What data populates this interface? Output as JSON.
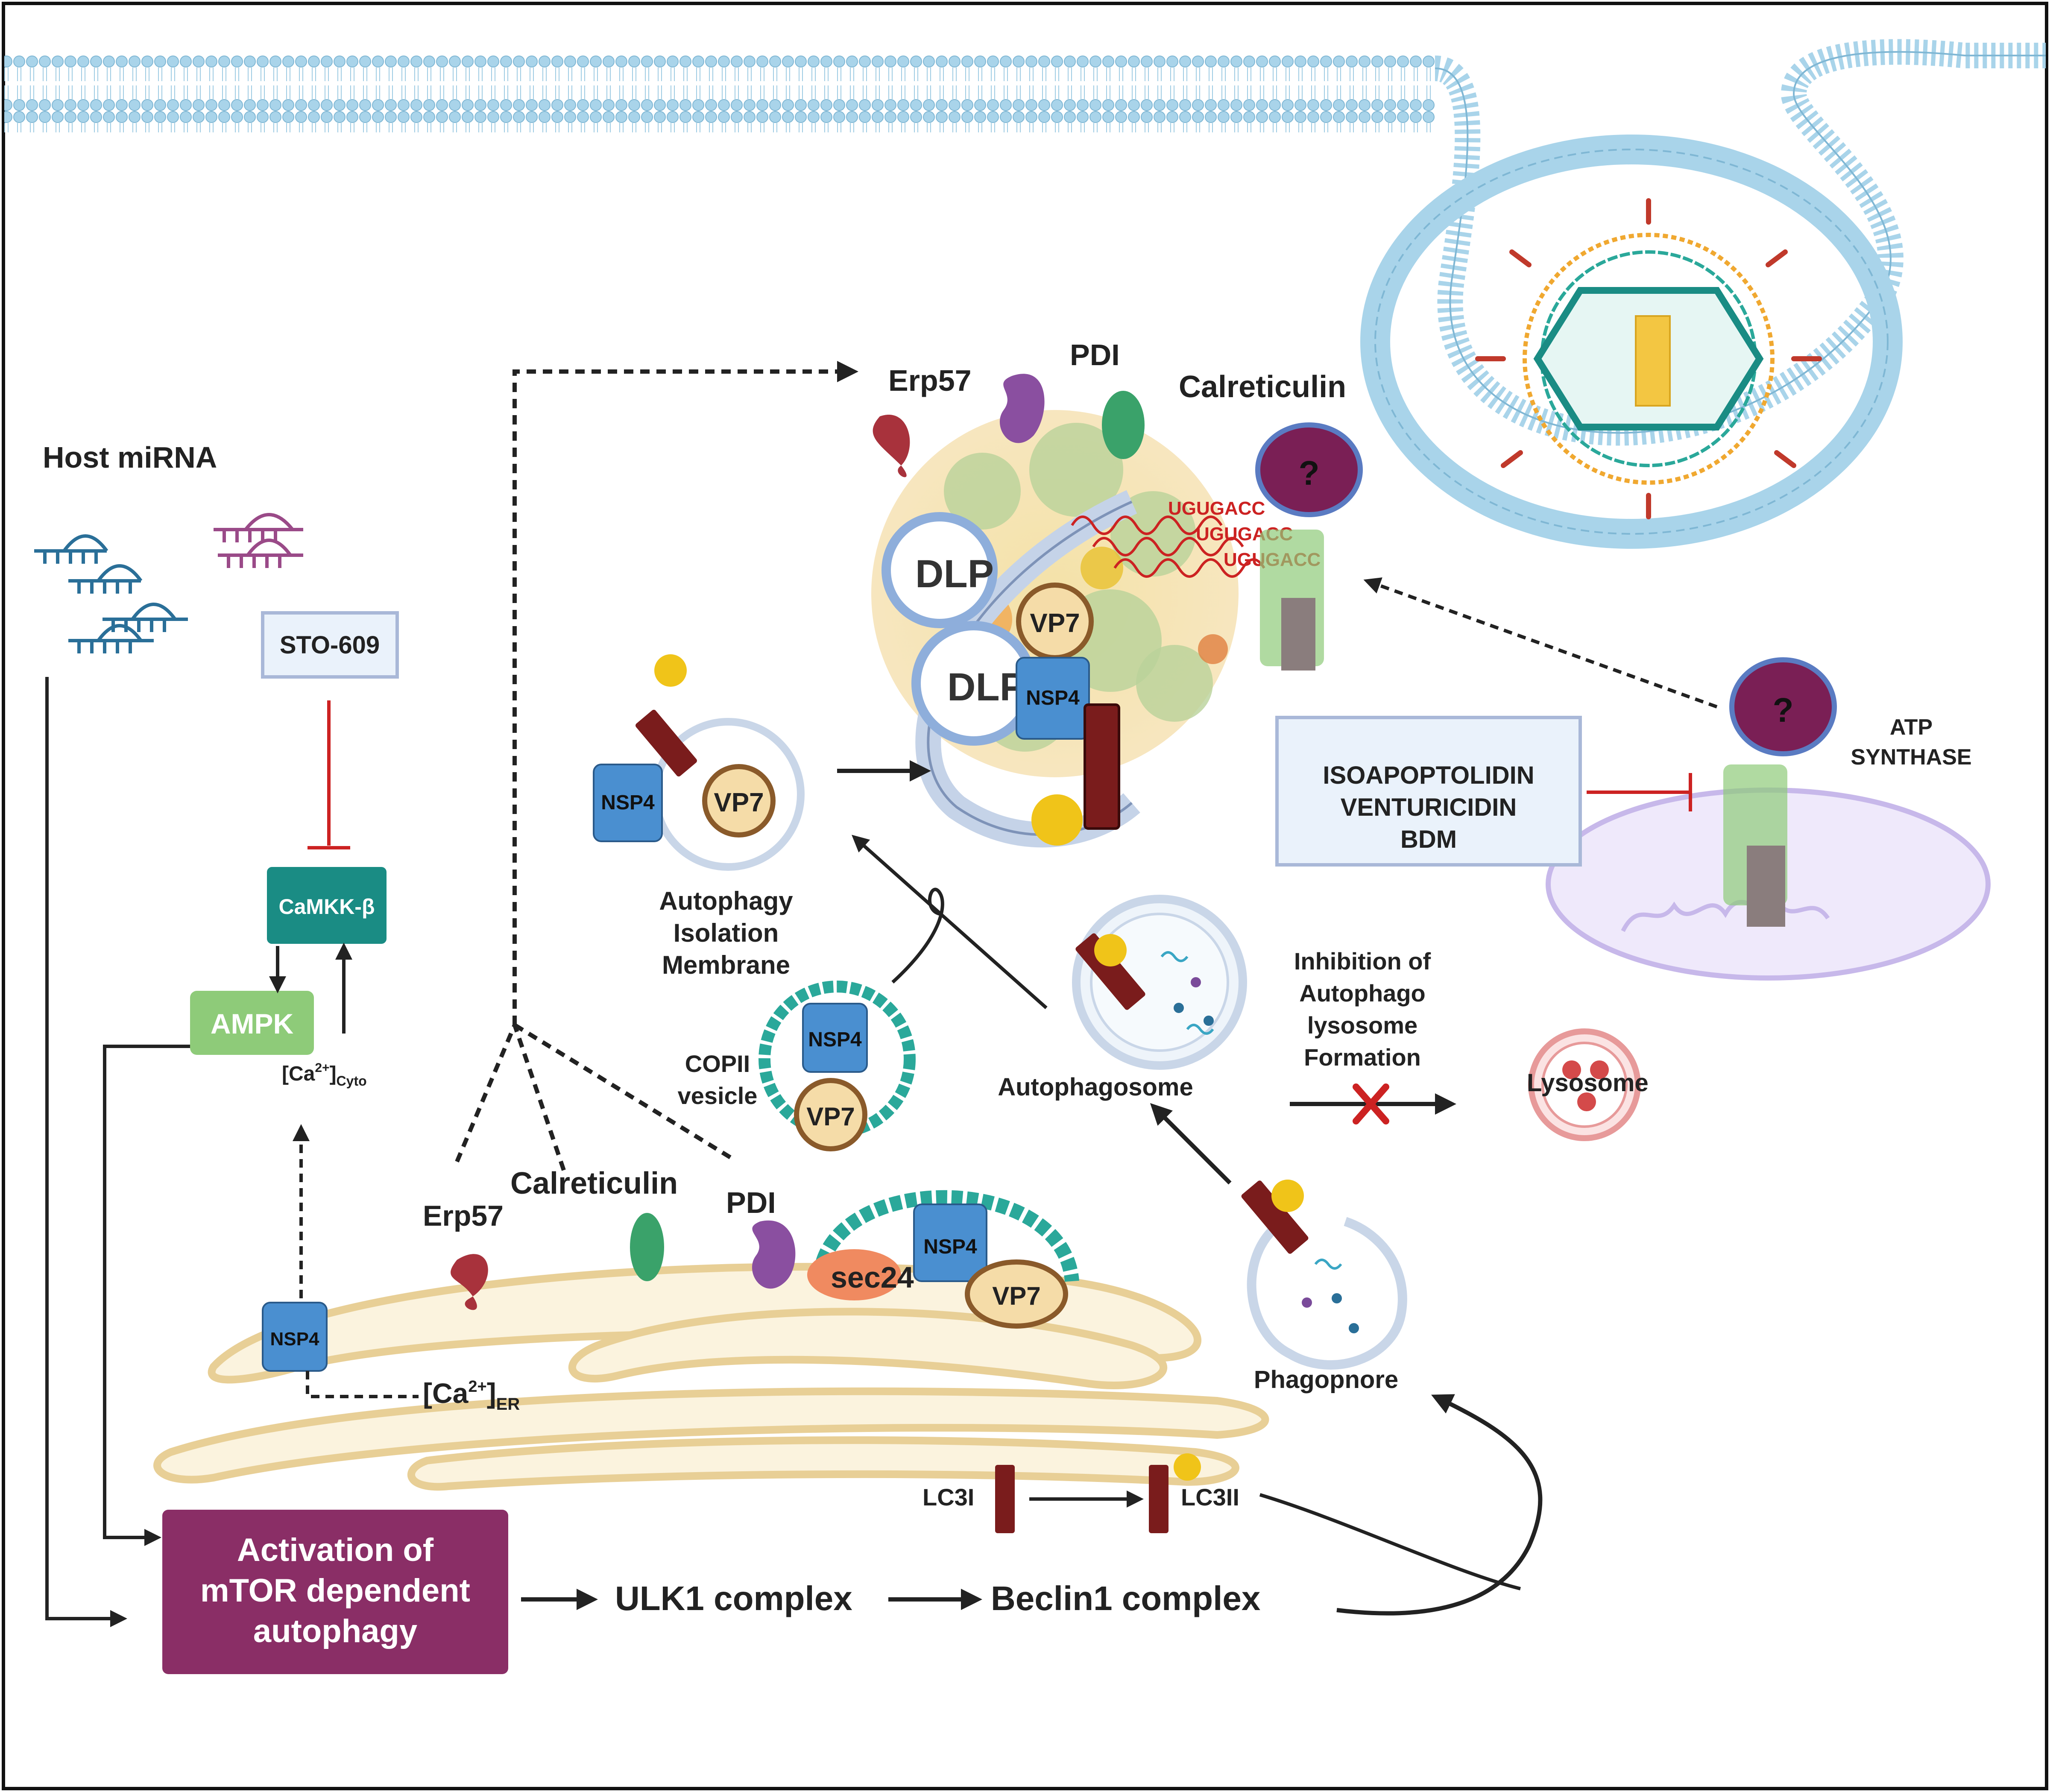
{
  "host_mirna": {
    "title": "Host miRNA"
  },
  "inhibitors": {
    "sto609": "STO-609",
    "atp_inhibitors": [
      "ISOAPOPTOLIDIN",
      "VENTURICIDIN",
      "BDM"
    ]
  },
  "signaling": {
    "camkk": "CaMKK-β",
    "ampk": "AMPK",
    "ca_cyto": {
      "base": "[Ca",
      "sup": "2+",
      "close": "]",
      "sub": "Cyto"
    },
    "ca_er": {
      "base": "[Ca",
      "sup": "2+",
      "close": "]",
      "sub": "ER"
    }
  },
  "mtor_box": {
    "lines": [
      "Activation of",
      "mTOR dependent",
      "autophagy"
    ]
  },
  "pathway": {
    "ulk1": "ULK1 complex",
    "beclin1": "Beclin1 complex"
  },
  "lc3": {
    "lc3i": "LC3I",
    "lc3ii": "LC3II"
  },
  "er_proteins": {
    "erp57": "Erp57",
    "calreticulin": "Calreticulin",
    "pdi": "PDI",
    "sec24": "sec24"
  },
  "viroplasm": {
    "erp57": "Erp57",
    "pdi": "PDI",
    "calreticulin": "Calreticulin",
    "rna": [
      "UGUGACC",
      "UGUGACC",
      "UGUGACC"
    ],
    "dlp": [
      "DLP",
      "DLP"
    ],
    "vp7": "VP7",
    "nsp4": "NSP4"
  },
  "vesicles": {
    "isolation_label": [
      "Autophagy",
      "Isolation",
      "Membrane"
    ],
    "copii_label": [
      "COPII",
      "vesicle"
    ],
    "vp7": "VP7",
    "nsp4": "NSP4",
    "autophagosome": "Autophagosome",
    "phagophore": "Phagopnore",
    "lysosome": "Lysosome",
    "inhibition": [
      "Inhibition of",
      "Autophago",
      "lysosome",
      "Formation"
    ]
  },
  "atp_synthase": {
    "label": [
      "ATP",
      "SYNTHASE"
    ],
    "unknown": "?"
  },
  "nsp4_er": "NSP4",
  "colors": {
    "membrane": "#a9d4ea",
    "camkk": "#1a8c84",
    "ampk": "#8ecb79",
    "mtor": "#8a2e66",
    "lc3": "#7a1c1c",
    "inhibit": "#cc2222",
    "nsp4": "#4a8fd0",
    "mirna_blue": "#2a6f98",
    "mirna_purple": "#9a4a88"
  }
}
